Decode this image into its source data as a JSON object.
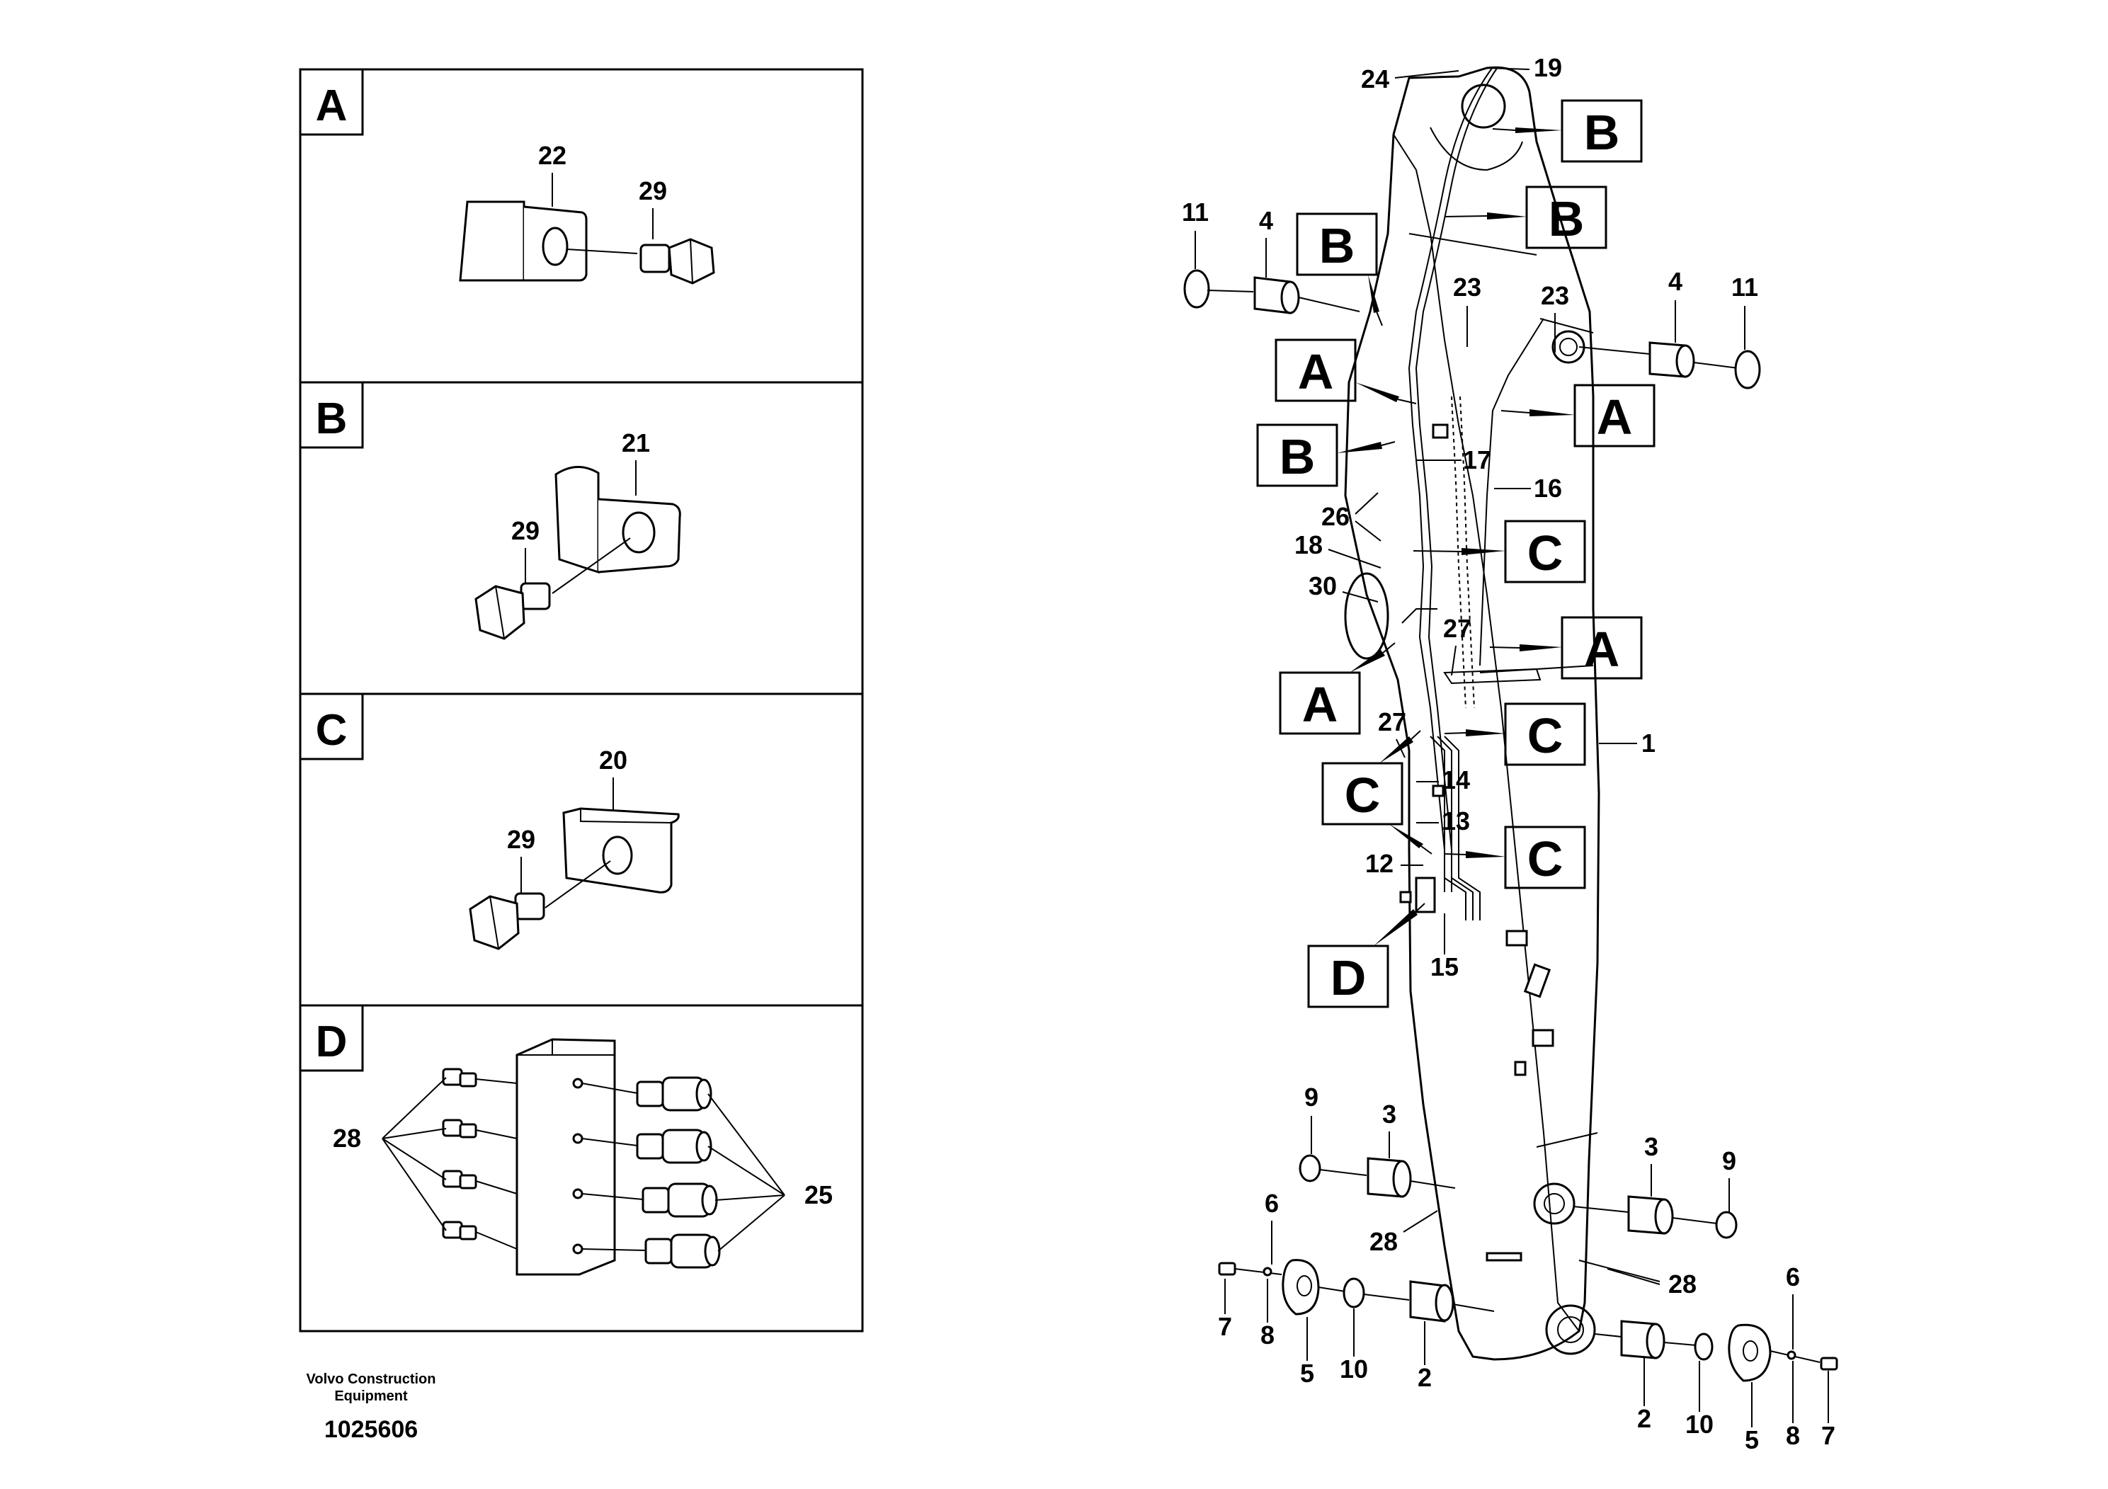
{
  "detail_panels": [
    {
      "letter": "A",
      "labels": [
        "22",
        "29"
      ]
    },
    {
      "letter": "B",
      "labels": [
        "21",
        "29"
      ]
    },
    {
      "letter": "C",
      "labels": [
        "20",
        "29"
      ]
    },
    {
      "letter": "D",
      "labels": [
        "28",
        "25"
      ]
    }
  ],
  "callout_letters": {
    "A": "A",
    "B": "B",
    "C": "C",
    "D": "D"
  },
  "part_numbers": {
    "n1": "1",
    "n2": "2",
    "n3": "3",
    "n4": "4",
    "n5": "5",
    "n6": "6",
    "n7": "7",
    "n8": "8",
    "n9": "9",
    "n10": "10",
    "n11": "11",
    "n12": "12",
    "n13": "13",
    "n14": "14",
    "n15": "15",
    "n16": "16",
    "n17": "17",
    "n18": "18",
    "n19": "19",
    "n23": "23",
    "n24": "24",
    "n26": "26",
    "n27": "27",
    "n28": "28",
    "n30": "30"
  },
  "footer": {
    "brand_line1": "Volvo Construction",
    "brand_line2": "Equipment",
    "drawing_id": "1025606"
  }
}
